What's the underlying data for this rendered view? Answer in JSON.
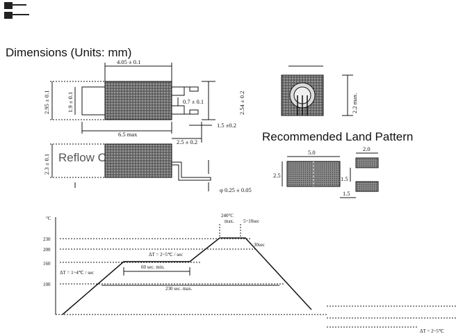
{
  "headings": {
    "dimensions": "Dimensions (Units: mm)",
    "land_pattern": "Recommended Land Pattern",
    "reflow": "Reflow Condition"
  },
  "dimensions_drawing": {
    "width_top": "4.05 ± 0.1",
    "height_left": "2.95 ± 0.1",
    "inner_height": "1.9 ± 0.1",
    "lead_pitch": "0.7 ± 0.1",
    "height_right": "2.54 ± 0.2",
    "lead_tip": "1.5 ±0.2",
    "overall_length": "6.5 max",
    "lead_length": "2.5 ± 0.2",
    "side_height": "2.3 ± 0.1",
    "lead_thickness": "φ 0.25 ± 0.05",
    "end_height": "2.2 max."
  },
  "land_pattern": {
    "pad_width": "5.0",
    "pad_height": "2.5",
    "small_pad_width": "2.0",
    "small_pad_gap": "1.5",
    "small_pad_offset": "1.5"
  },
  "reflow": {
    "unit": "°C",
    "y_ticks": [
      "230",
      "200",
      "160",
      "100"
    ],
    "peak": "240°C",
    "peak_sub": "max.",
    "peak_time": "5~10sec",
    "ramp_down": "30sec",
    "ramp2": "ΔT = 2~5℃ / sec",
    "ramp1": "ΔT = 1~4℃ / sec",
    "soak": "60 sec. min.",
    "total": "230 sec. max.",
    "corner_note": "ΔT = 2~5℃"
  }
}
